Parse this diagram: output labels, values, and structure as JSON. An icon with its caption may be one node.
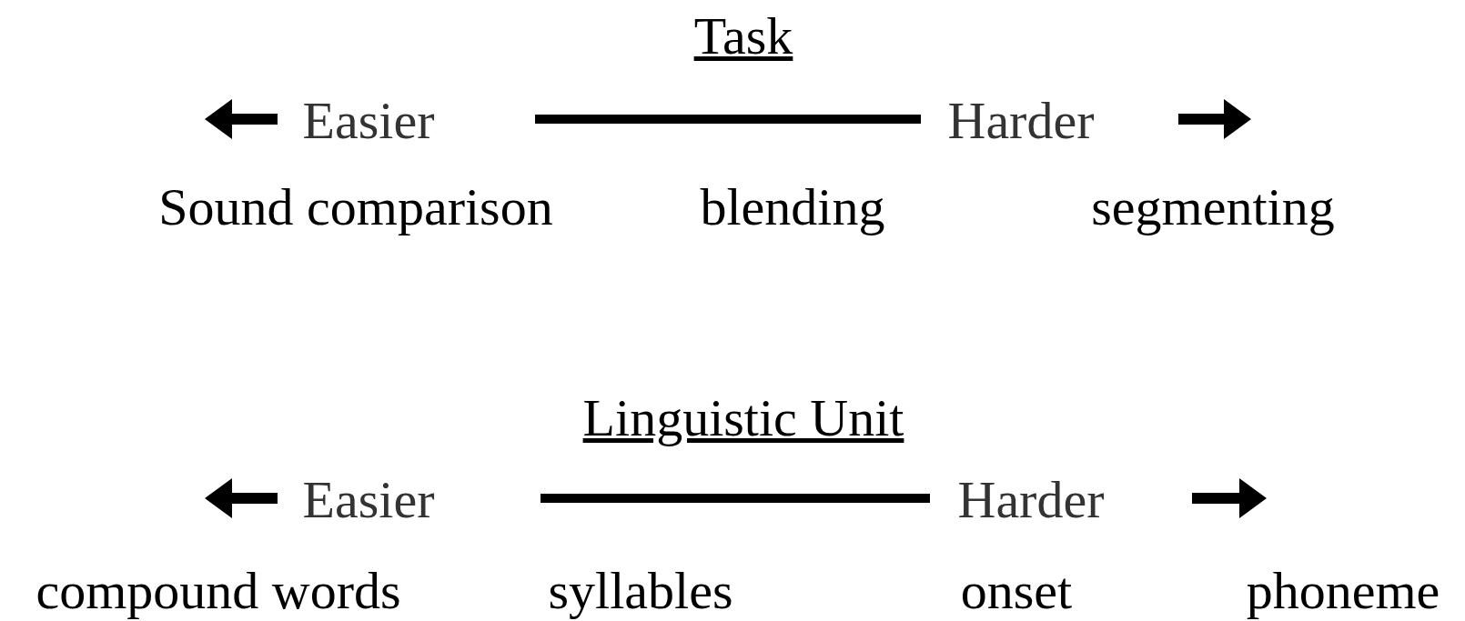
{
  "diagram": {
    "labels": [
      "Task",
      "Easier",
      "Harder",
      "Sound comparison",
      "blending",
      "segmenting",
      "Linguistic Unit",
      "Easier",
      "Harder",
      "compound words",
      "syllables",
      "onset",
      "phoneme"
    ]
  }
}
